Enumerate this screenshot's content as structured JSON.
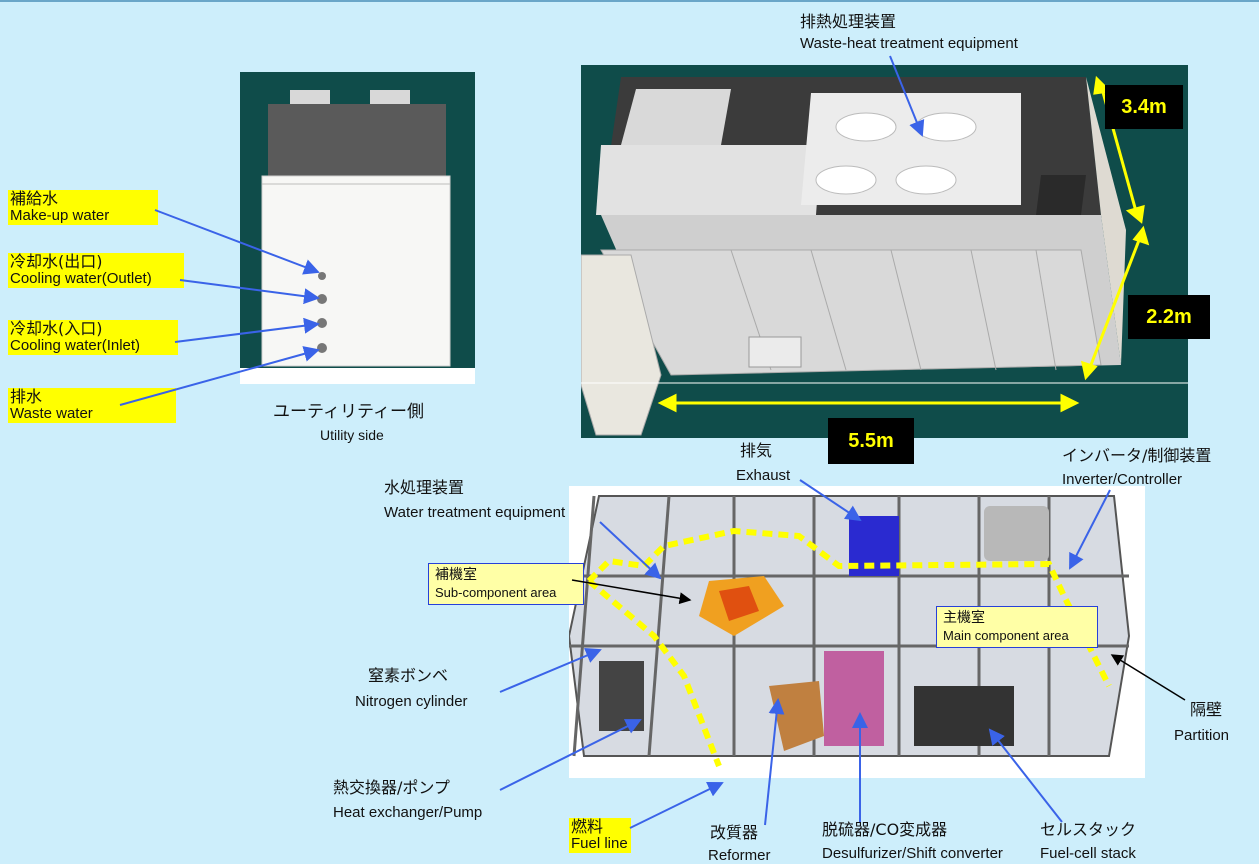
{
  "colors": {
    "background": "#cdeefb",
    "highlight": "#ffff00",
    "arrow": "#3a63e8",
    "dim_box": "#000000",
    "dim_text": "#ffff00",
    "panel_bg": "#0f4c4a"
  },
  "utility": {
    "labels": [
      {
        "ja": "補給水",
        "en": "Make-up water"
      },
      {
        "ja": "冷却水(出口)",
        "en": "Cooling water(Outlet)"
      },
      {
        "ja": "冷却水(入口)",
        "en": "Cooling water(Inlet)"
      },
      {
        "ja": "排水",
        "en": "Waste water"
      }
    ],
    "caption_ja": "ユーティリティー側",
    "caption_en": "Utility side"
  },
  "overview": {
    "waste_heat_ja": "排熱処理装置",
    "waste_heat_en": "Waste-heat treatment equipment",
    "dims": {
      "height_upper": "3.4m",
      "height_lower": "2.2m",
      "length": "5.5m"
    }
  },
  "interior": {
    "exhaust_ja": "排気",
    "exhaust_en": "Exhaust",
    "water_ja": "水処理装置",
    "water_en": "Water treatment equipment",
    "inverter_ja": "インバータ/制御装置",
    "inverter_en": "Inverter/Controller",
    "sub_ja": "補機室",
    "sub_en": "Sub-component area",
    "main_ja": "主機室",
    "main_en": "Main component area",
    "nitrogen_ja": "窒素ボンベ",
    "nitrogen_en": "Nitrogen cylinder",
    "partition_ja": "隔壁",
    "partition_en": "Partition",
    "heatex_ja": "熱交換器/ポンプ",
    "heatex_en": "Heat exchanger/Pump",
    "fuel_ja": "燃料",
    "fuel_en": "Fuel line",
    "reformer_ja": "改質器",
    "reformer_en": "Reformer",
    "desulf_ja": "脱硫器/CO変成器",
    "desulf_en": "Desulfurizer/Shift converter",
    "stack_ja": "セルスタック",
    "stack_en": "Fuel-cell stack"
  }
}
